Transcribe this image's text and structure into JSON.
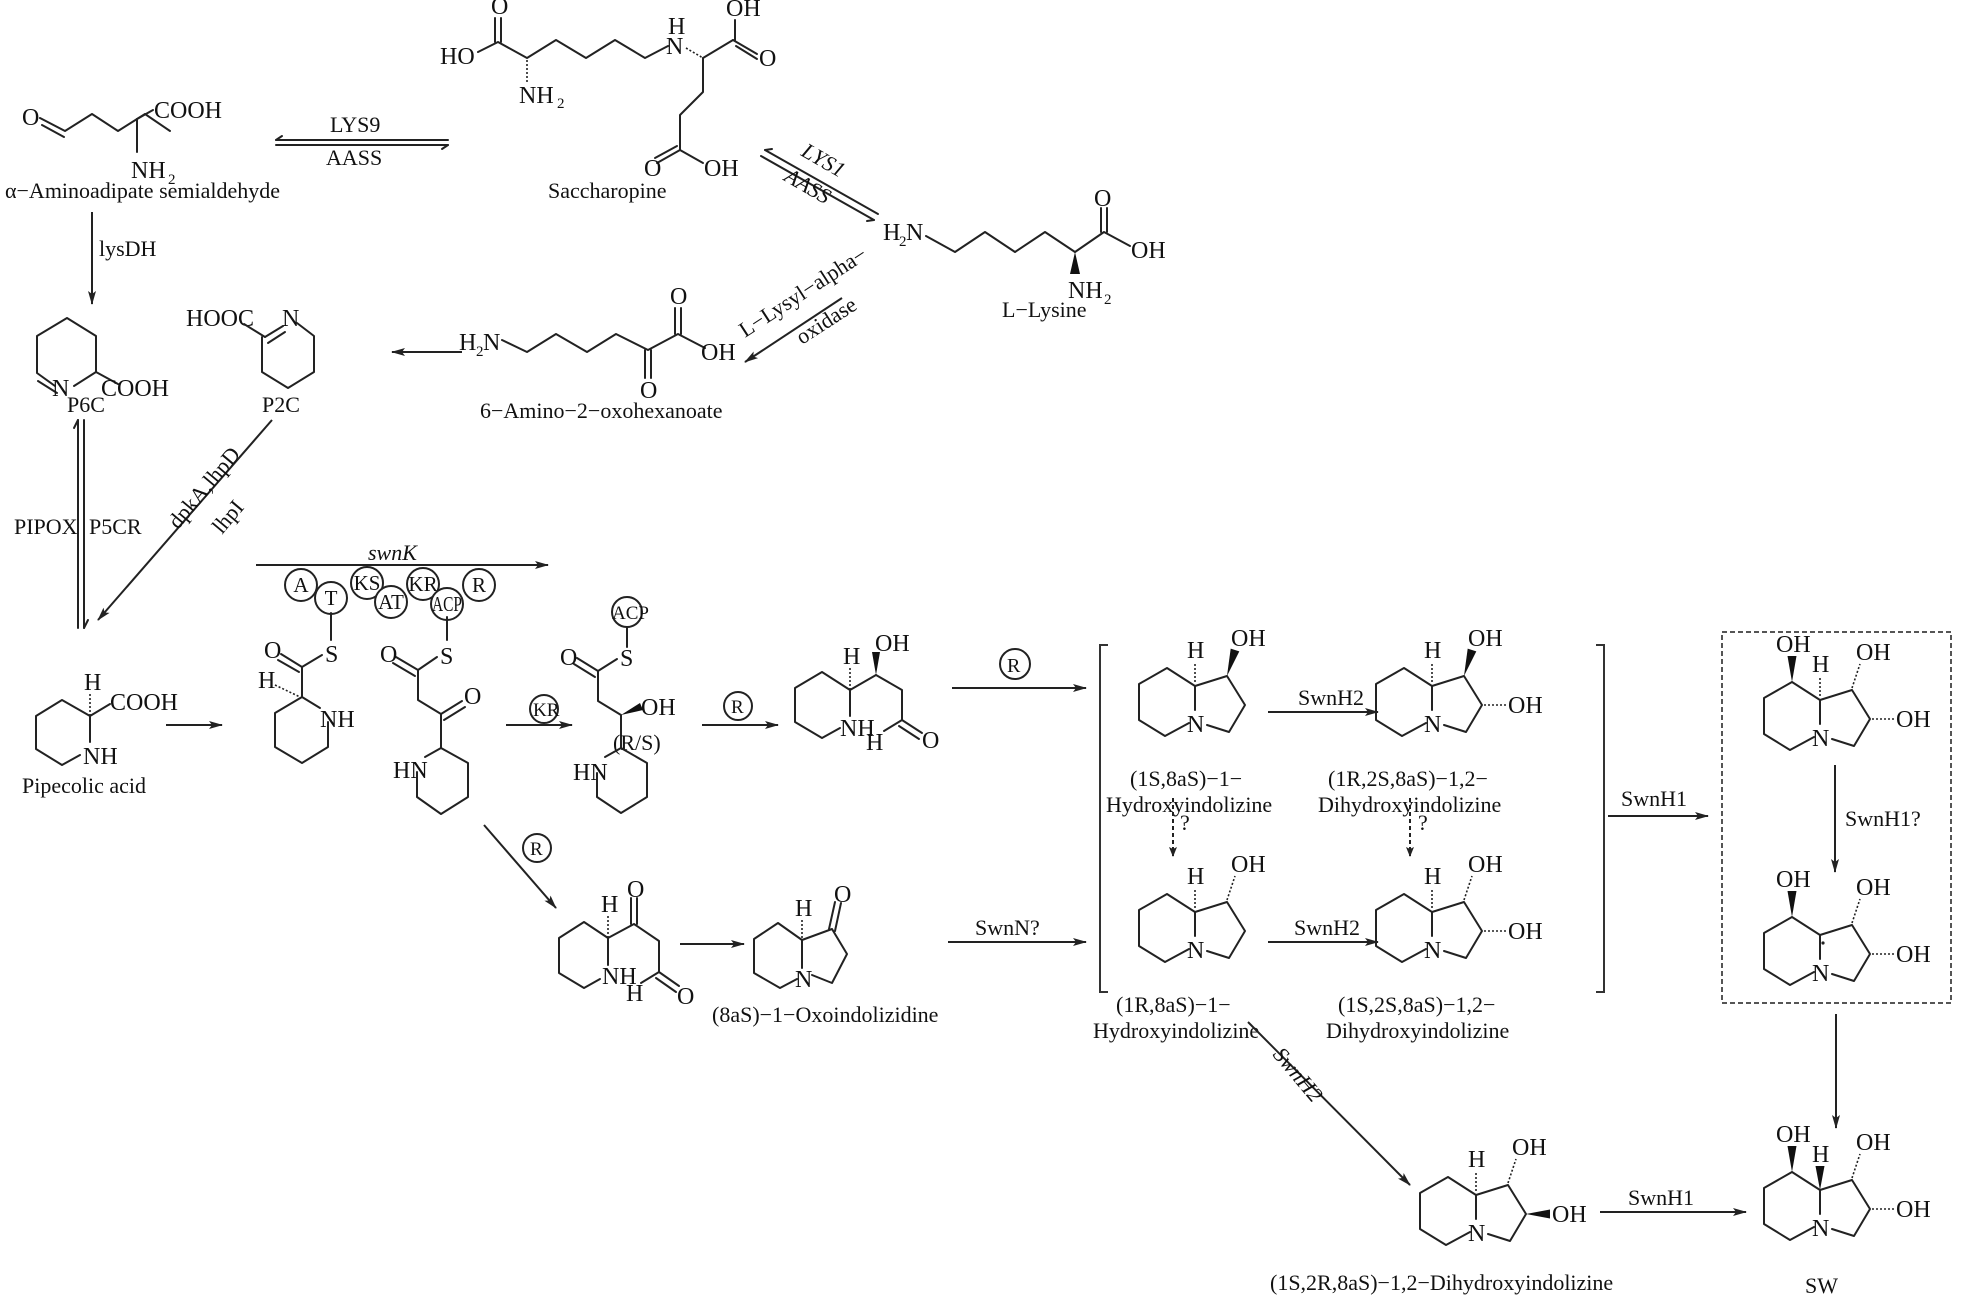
{
  "compounds": {
    "aas": "α−Aminoadipate semialdehyde",
    "saccharopine": "Saccharopine",
    "lysine": "L−Lysine",
    "p6c": "P6C",
    "p2c": "P2C",
    "amino_oxo": "6−Amino−2−oxohexanoate",
    "pipecolic": "Pipecolic acid",
    "oxoindolizidine": "(8aS)−1−Oxoindolizidine",
    "h1s8as_a": "(1S,8aS)−1−",
    "h1s8as_b": "Hydroxyindolizine",
    "d1r2s8as_a": "(1R,2S,8aS)−1,2−",
    "d1r2s8as_b": "Dihydroxyindolizine",
    "h1r8as_a": "(1R,8aS)−1−",
    "h1r8as_b": "Hydroxyindolizine",
    "d1s2s8as_a": "(1S,2S,8aS)−1,2−",
    "d1s2s8as_b": "Dihydroxyindolizine",
    "d1s2r8as": "(1S,2R,8aS)−1,2−Dihydroxyindolizine",
    "sw": "SW"
  },
  "enzymes": {
    "lys9": "LYS9",
    "aass1": "AASS",
    "lys1": "LYS1",
    "aass2": "AASS",
    "lysdh": "lysDH",
    "lysyl_oxidase_1": "L−Lysyl−alpha−",
    "lysyl_oxidase_2": "oxidase",
    "pipox": "PIPOX",
    "p5cr": "P5CR",
    "dpka": "dpkA,lhpD",
    "lhpi": "lhpI",
    "swnk": "swnK",
    "kr": "KR",
    "r1": "R",
    "r2": "R",
    "r3": "R",
    "swnh2_a": "SwnH2",
    "swnh2_b": "SwnH2",
    "swnh2_c": "SwnH2",
    "swnn": "SwnN?",
    "swnh1_a": "SwnH1",
    "swnh1_q": "SwnH1?",
    "swnh1_b": "SwnH1",
    "q1": "?",
    "q2": "?",
    "rs": "(R/S)"
  },
  "swnk_domains": [
    "A",
    "T",
    "KS",
    "AT",
    "KR",
    "ACP",
    "R"
  ],
  "acp_label": "ACP",
  "atoms": {
    "O": "O",
    "OH": "OH",
    "HO": "HO",
    "H": "H",
    "N": "N",
    "NH": "NH",
    "HN": "HN",
    "NH2": "NH",
    "H2N_H": "H",
    "H2N_N": "N",
    "sub2": "2",
    "COOH": "COOH",
    "HOOC": "HOOC",
    "S": "S"
  }
}
